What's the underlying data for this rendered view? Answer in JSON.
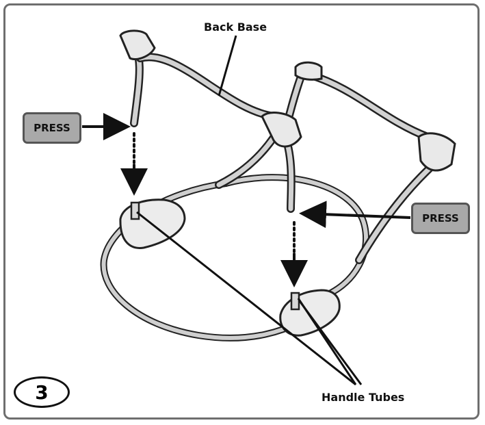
{
  "labels": {
    "back_base": "Back Base",
    "press_left": "PRESS",
    "press_right": "PRESS",
    "handle_tubes": "Handle Tubes"
  },
  "step_number": "3",
  "colors": {
    "frame_border": "#6e6e6e",
    "press_fill": "#a9a9a9",
    "tube_fill": "#c8c8c8",
    "line": "#111111"
  }
}
